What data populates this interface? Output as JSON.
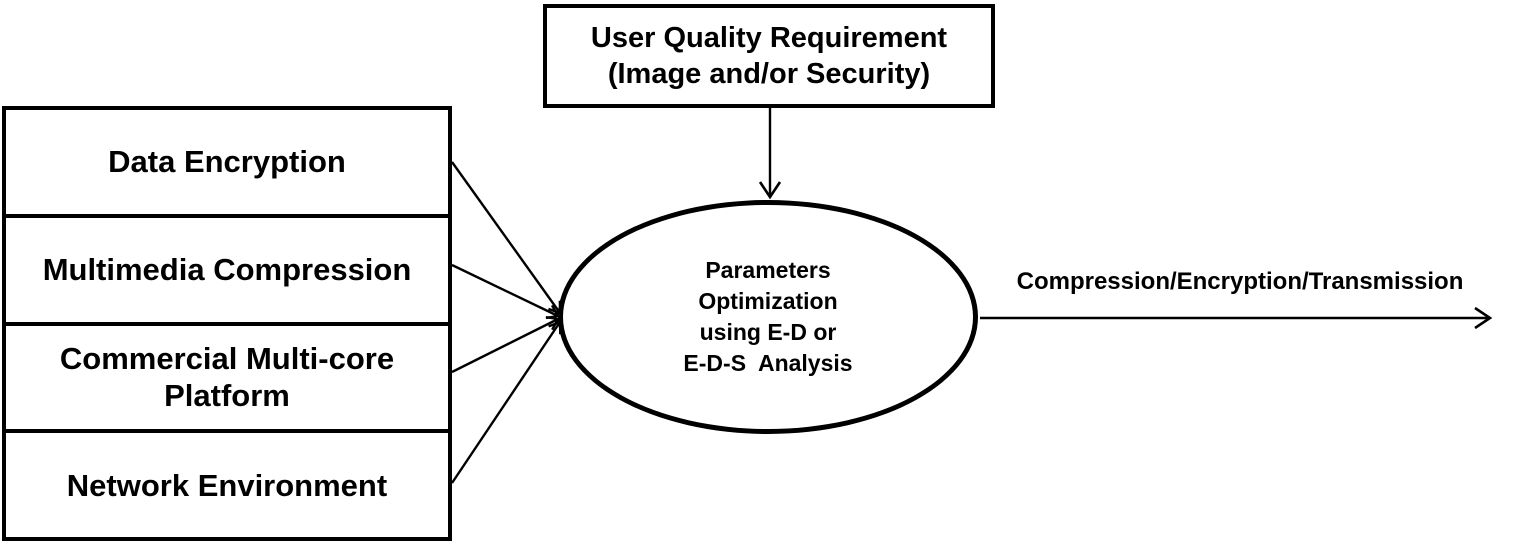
{
  "diagram": {
    "top_box": {
      "line1": "User Quality Requirement",
      "line2": "(Image and/or Security)"
    },
    "left_boxes": [
      {
        "label": "Data Encryption"
      },
      {
        "label": "Multimedia Compression"
      },
      {
        "label": "Commercial Multi-core Platform"
      },
      {
        "label": "Network Environment"
      }
    ],
    "ellipse": {
      "line1": "Parameters",
      "line2": "Optimization",
      "line3": "using E-D or",
      "line4": "E-D-S  Analysis"
    },
    "output_arrow_label": "Compression/Encryption/Transmission",
    "colors": {
      "stroke": "#000000",
      "background": "#ffffff",
      "text": "#000000"
    }
  }
}
